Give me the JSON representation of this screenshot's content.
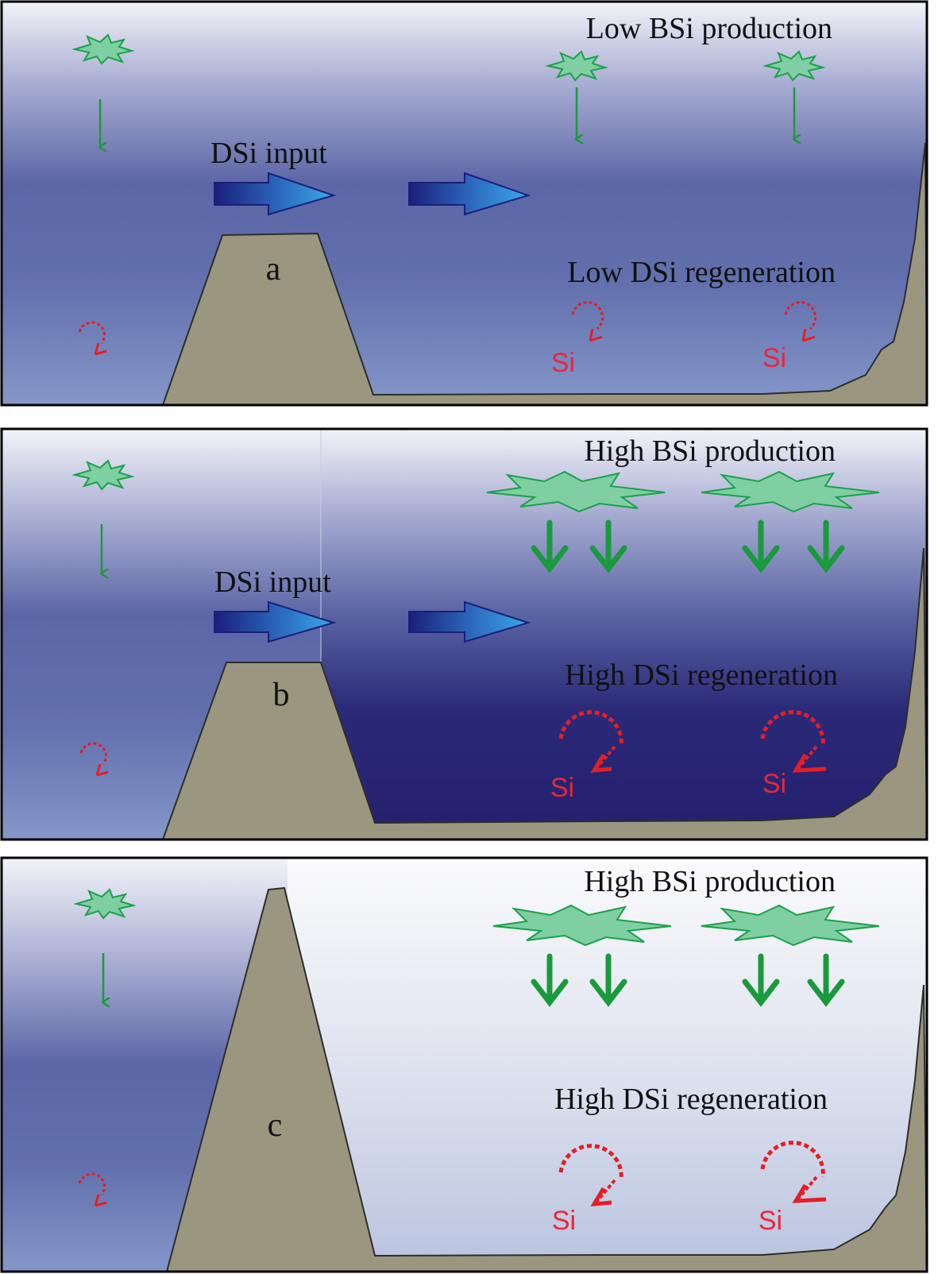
{
  "panels": [
    {
      "label": "a",
      "production_text": "Low BSi production",
      "input_text": "DSi input",
      "regeneration_text": "Low DSi regeneration",
      "si_labels": [
        "Si",
        "Si"
      ]
    },
    {
      "label": "b",
      "production_text": "High BSi production",
      "input_text": "DSi input",
      "regeneration_text": "High DSi regeneration",
      "si_labels": [
        "Si",
        "Si"
      ]
    },
    {
      "label": "c",
      "production_text": "High BSi production",
      "regeneration_text": "High DSi regeneration",
      "si_labels": [
        "Si",
        "Si"
      ]
    }
  ],
  "colors": {
    "terrain": "#9a9680",
    "water_deep": "#5a66a6",
    "water_dark": "#23206e",
    "water_light": "#e6e8f2",
    "diatom_fill": "#7fcfa3",
    "diatom_stroke": "#1aa14a",
    "sinking_arrow": "#1a9a3c",
    "regeneration_red": "#e41e26",
    "si_text": "#e8263a",
    "dsi_arrow_dark": "#1a1f7a",
    "dsi_arrow_light": "#3aa2e6"
  }
}
